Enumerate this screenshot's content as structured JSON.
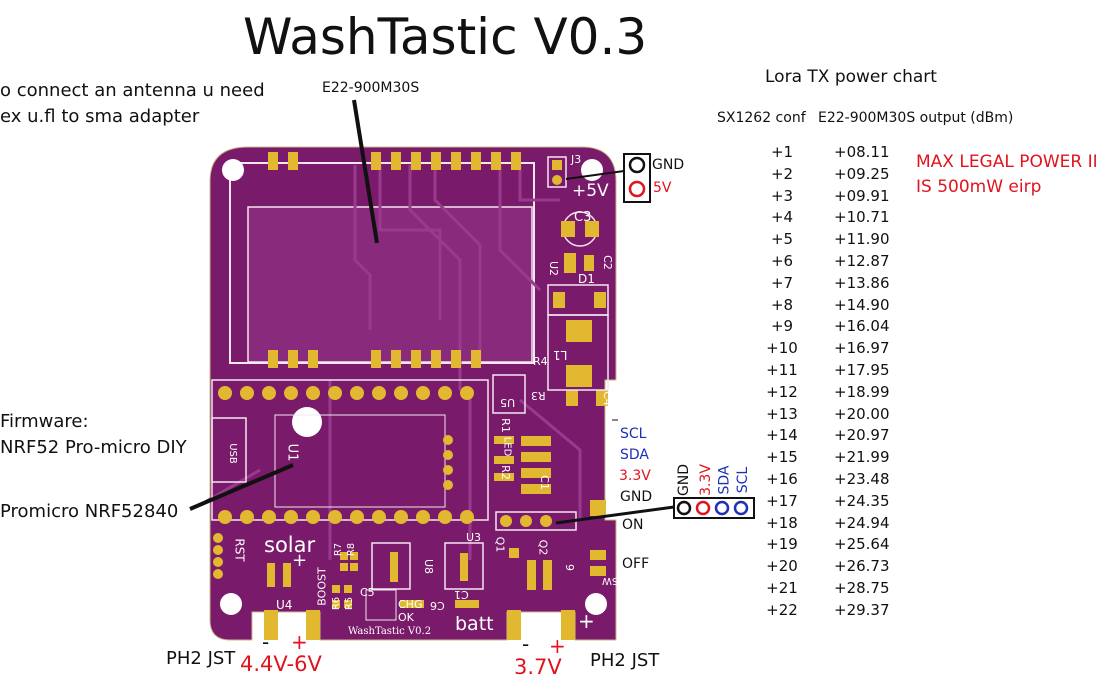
{
  "title": "WashTastic V0.3",
  "notes": {
    "antenna_line1": "o connect an antenna u need",
    "antenna_line2": "ex u.fl to sma adapter",
    "module_label": "E22-900M30S",
    "firmware_line1": "Firmware:",
    "firmware_line2": "NRF52 Pro-micro DIY",
    "promicro": "Promicro NRF52840",
    "ph2_left": "PH2 JST",
    "ph2_right": "PH2 JST",
    "voltage_left": "4.4V-6V",
    "voltage_right": "3.7V",
    "minus_left": "-",
    "plus_left": "+",
    "minus_right": "-",
    "plus_right": "+"
  },
  "power_connector": {
    "gnd": "GND",
    "v5": "5V"
  },
  "i2c_connector": {
    "labels": [
      "GND",
      "3.3V",
      "SDA",
      "SCL"
    ]
  },
  "side_labels": {
    "scl": "SCL",
    "sda": "SDA",
    "v33": "3.3V",
    "gnd": "GND",
    "on": "ON",
    "off": "OFF"
  },
  "board_silk": {
    "j3": "J3",
    "plus5v": "+5V",
    "c3": "C3",
    "c2": "C2",
    "u2": "U2",
    "d1": "D1",
    "l1": "L1",
    "r4": "R4",
    "r3": "R3",
    "u5": "U5",
    "c4": "C4",
    "r1": "R1",
    "led": "LED",
    "r2": "R2",
    "c1_top": "C1",
    "u1": "U1",
    "usb": "USB",
    "rst": "RST",
    "solar": "solar",
    "r7": "R7",
    "r8": "R8",
    "u8": "U8",
    "u3": "U3",
    "q1": "Q1",
    "q2": "Q2",
    "r6": "R6",
    "u4": "U4",
    "boost": "BOOST",
    "r5": "R5",
    "c5": "C5",
    "chg": "CHG",
    "ok": "OK",
    "c6": "C6",
    "c1_bot": "C1",
    "batt": "batt",
    "u6": "U6",
    "sw": "SW",
    "u6_plus": "+",
    "solar_plus": "+",
    "footer": "WashTastic V0.2",
    "pin9": "9"
  },
  "warning": {
    "line1": "MAX LEGAL POWER IN",
    "line2": "IS 500mW eirp"
  },
  "chart_data": {
    "type": "table",
    "title": "Lora TX power chart",
    "columns": [
      "SX1262 conf",
      "E22-900M30S output (dBm)"
    ],
    "rows": [
      [
        "+1",
        "+08.11"
      ],
      [
        "+2",
        "+09.25"
      ],
      [
        "+3",
        "+09.91"
      ],
      [
        "+4",
        "+10.71"
      ],
      [
        "+5",
        "+11.90"
      ],
      [
        "+6",
        "+12.87"
      ],
      [
        "+7",
        "+13.86"
      ],
      [
        "+8",
        "+14.90"
      ],
      [
        "+9",
        "+16.04"
      ],
      [
        "+10",
        "+16.97"
      ],
      [
        "+11",
        "+17.95"
      ],
      [
        "+12",
        "+18.99"
      ],
      [
        "+13",
        "+20.00"
      ],
      [
        "+14",
        "+20.97"
      ],
      [
        "+15",
        "+21.99"
      ],
      [
        "+16",
        "+23.48"
      ],
      [
        "+17",
        "+24.35"
      ],
      [
        "+18",
        "+24.94"
      ],
      [
        "+19",
        "+25.64"
      ],
      [
        "+20",
        "+26.73"
      ],
      [
        "+21",
        "+28.75"
      ],
      [
        "+22",
        "+29.37"
      ]
    ]
  },
  "colors": {
    "board": "#7a1a6a",
    "trace": "#8e2a7e",
    "pad": "#e2b830",
    "silk": "#ffffff",
    "red": "#e0141e",
    "blue": "#1f2fb8"
  }
}
